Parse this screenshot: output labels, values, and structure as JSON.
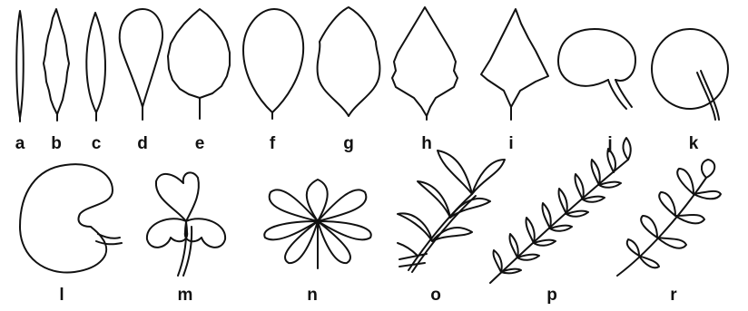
{
  "figure": {
    "labels": {
      "a": "a",
      "b": "b",
      "c": "c",
      "d": "d",
      "e": "e",
      "f": "f",
      "g": "g",
      "h": "h",
      "i": "i",
      "j": "j",
      "k": "k",
      "l": "l",
      "m": "m",
      "n": "n",
      "o": "o",
      "p": "p",
      "r": "r"
    }
  }
}
